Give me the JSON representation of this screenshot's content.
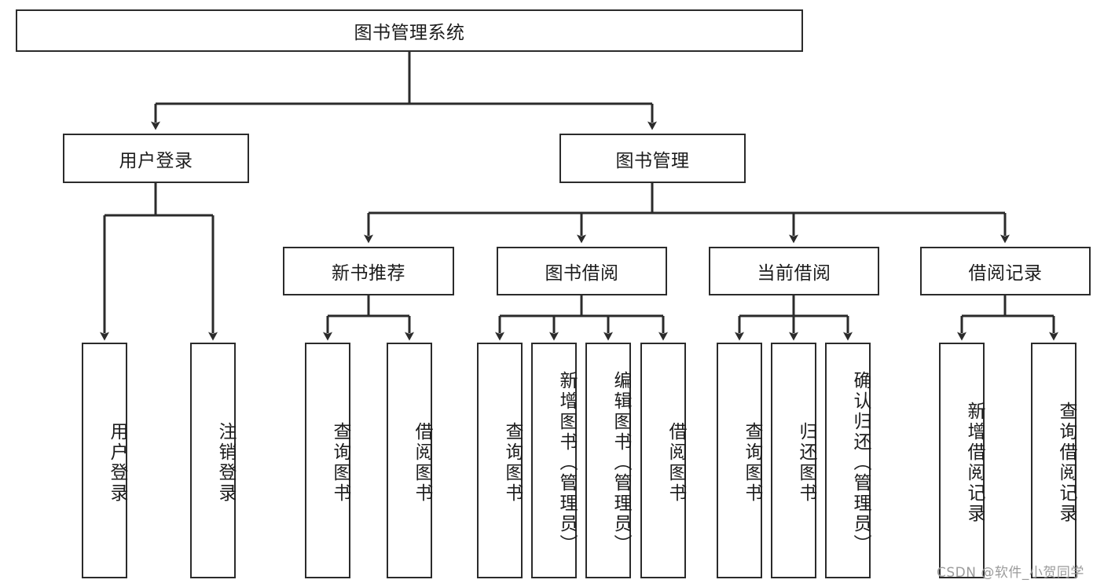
{
  "diagram": {
    "title": "图书管理系统",
    "type": "tree",
    "orientation": "top-down",
    "colors": {
      "box_border": "#2b2b2b",
      "box_fill": "#ffffff",
      "connector": "#2b2b2b",
      "text": "#1c1c1c",
      "watermark": "#9b9b9b",
      "background": "#ffffff"
    },
    "root": {
      "id": "root",
      "label": "图书管理系统",
      "orientation": "horizontal"
    },
    "level2": [
      {
        "id": "user-login",
        "label": "用户登录",
        "orientation": "horizontal"
      },
      {
        "id": "book-management",
        "label": "图书管理",
        "orientation": "horizontal"
      }
    ],
    "level3": [
      {
        "id": "new-book-recommend",
        "label": "新书推荐",
        "orientation": "horizontal",
        "parent": "book-management"
      },
      {
        "id": "book-borrow",
        "label": "图书借阅",
        "orientation": "horizontal",
        "parent": "book-management"
      },
      {
        "id": "current-borrow",
        "label": "当前借阅",
        "orientation": "horizontal",
        "parent": "book-management"
      },
      {
        "id": "borrow-record",
        "label": "借阅记录",
        "orientation": "horizontal",
        "parent": "book-management"
      }
    ],
    "leaves": [
      {
        "id": "leaf-user-login",
        "label": "用户登录",
        "parent": "user-login",
        "orientation": "vertical"
      },
      {
        "id": "leaf-logout",
        "label": "注销登录",
        "parent": "user-login",
        "orientation": "vertical"
      },
      {
        "id": "leaf-query-book-1",
        "label": "查询图书",
        "parent": "new-book-recommend",
        "orientation": "vertical"
      },
      {
        "id": "leaf-borrow-book-1",
        "label": "借阅图书",
        "parent": "new-book-recommend",
        "orientation": "vertical"
      },
      {
        "id": "leaf-query-book-2",
        "label": "查询图书",
        "parent": "book-borrow",
        "orientation": "vertical"
      },
      {
        "id": "leaf-add-book",
        "label": "新增图书（管理员）",
        "parent": "book-borrow",
        "orientation": "vertical"
      },
      {
        "id": "leaf-edit-book",
        "label": "编辑图书（管理员）",
        "parent": "book-borrow",
        "orientation": "vertical"
      },
      {
        "id": "leaf-borrow-book-2",
        "label": "借阅图书",
        "parent": "book-borrow",
        "orientation": "vertical"
      },
      {
        "id": "leaf-query-book-3",
        "label": "查询图书",
        "parent": "current-borrow",
        "orientation": "vertical"
      },
      {
        "id": "leaf-return-book",
        "label": "归还图书",
        "parent": "current-borrow",
        "orientation": "vertical"
      },
      {
        "id": "leaf-confirm-return",
        "label": "确认归还（管理员）",
        "parent": "current-borrow",
        "orientation": "vertical"
      },
      {
        "id": "leaf-add-record",
        "label": "新增借阅记录",
        "parent": "borrow-record",
        "orientation": "vertical"
      },
      {
        "id": "leaf-query-record",
        "label": "查询借阅记录",
        "parent": "borrow-record",
        "orientation": "vertical"
      }
    ]
  },
  "watermark": {
    "text": "CSDN @软件_小贺同学"
  }
}
